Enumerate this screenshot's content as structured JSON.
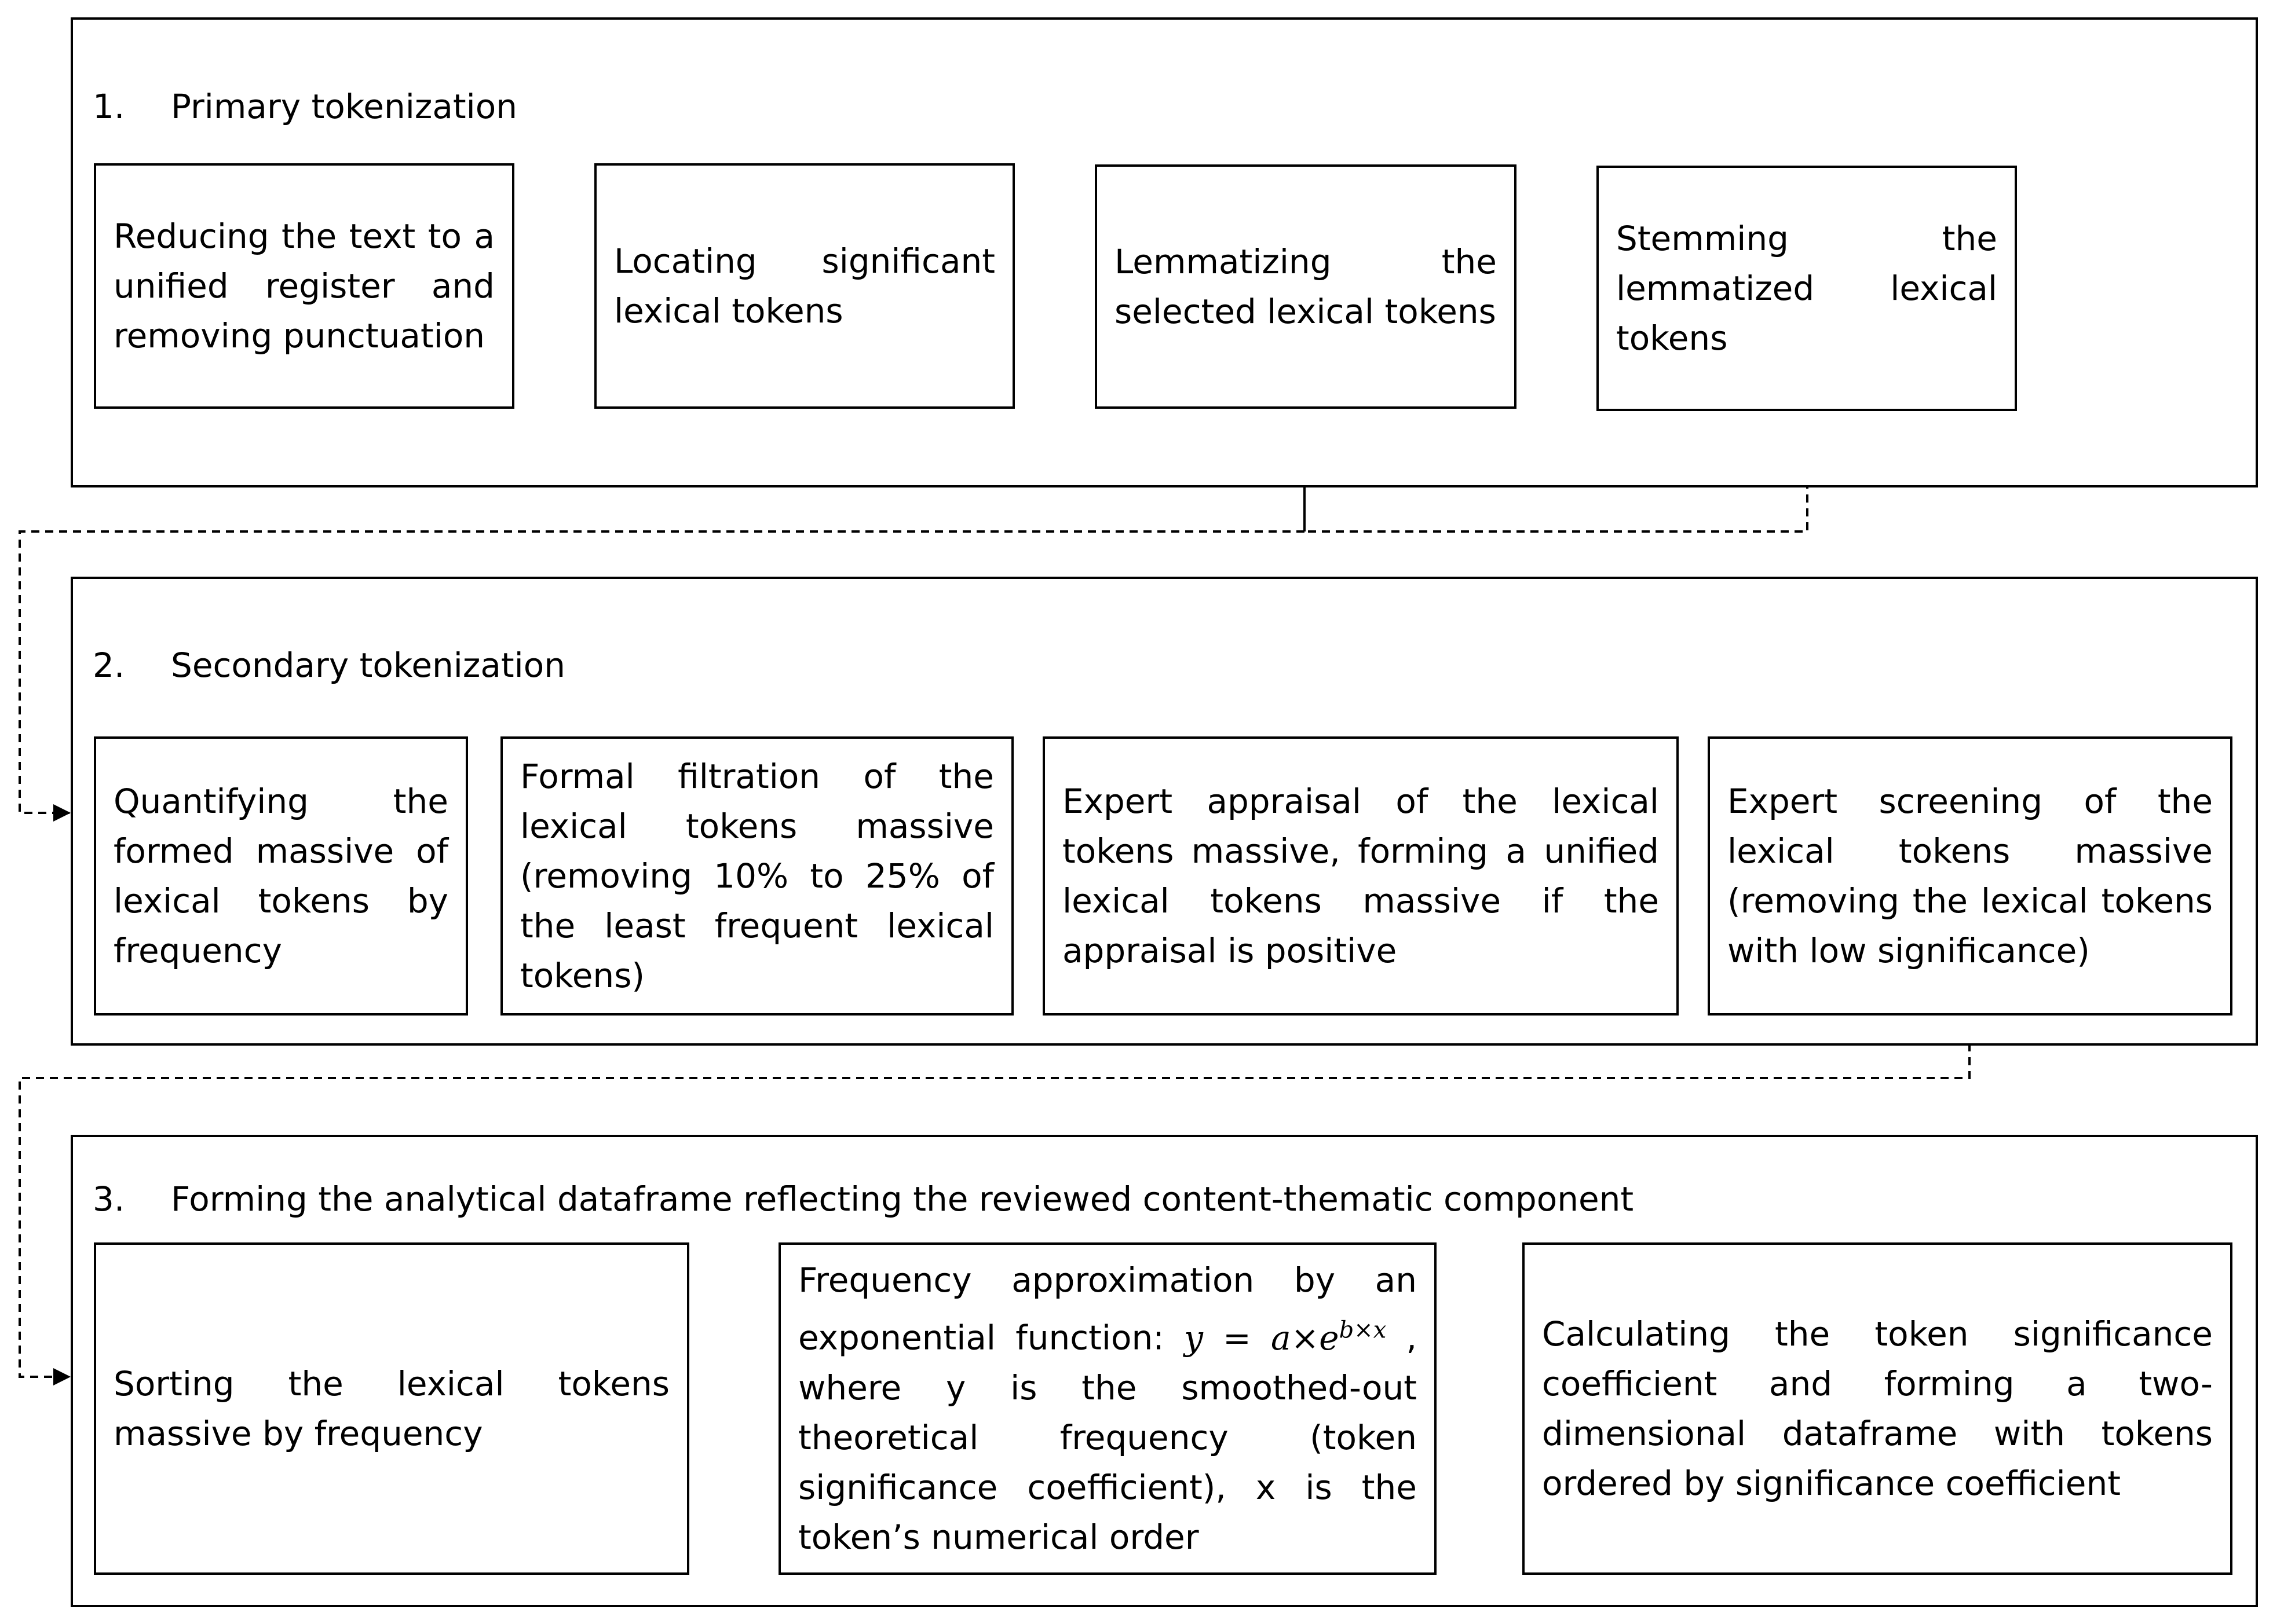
{
  "sections": [
    {
      "number": "1.",
      "title": "Primary tokenization",
      "steps": [
        "Reducing the text to a unified register and removing punctuation",
        "Locating significant lexical tokens",
        "Lemmatizing the selected lexical tokens",
        "Stemming the lemmatized lexical tokens"
      ]
    },
    {
      "number": "2.",
      "title": "Secondary tokenization",
      "steps": [
        "Quantifying the formed massive of lexical tokens by frequency",
        "Formal filtration of the lexical tokens massive (removing 10% to 25% of the least frequent lexical tokens)",
        "Expert appraisal of the lexical tokens massive, forming a unified lexical tokens massive if the appraisal is positive",
        "Expert screening of the lexical tokens massive (removing the lexical tokens with low significance)"
      ]
    },
    {
      "number": "3.",
      "title": "Forming the analytical dataframe reflecting the reviewed content-thematic component",
      "steps": [
        "Sorting the lexical tokens massive by frequency",
        {
          "before": "Frequency approximation by an exponential function:",
          "equation": "y = a×e",
          "exponent": "b×x",
          "after": ", where y is the smoothed-out theoretical frequency (token significance coefficient), x is the token’s numerical order"
        },
        "Calculating the token significance coefficient and forming a two-dimensional dataframe with tokens ordered by significance coefficient"
      ]
    }
  ]
}
